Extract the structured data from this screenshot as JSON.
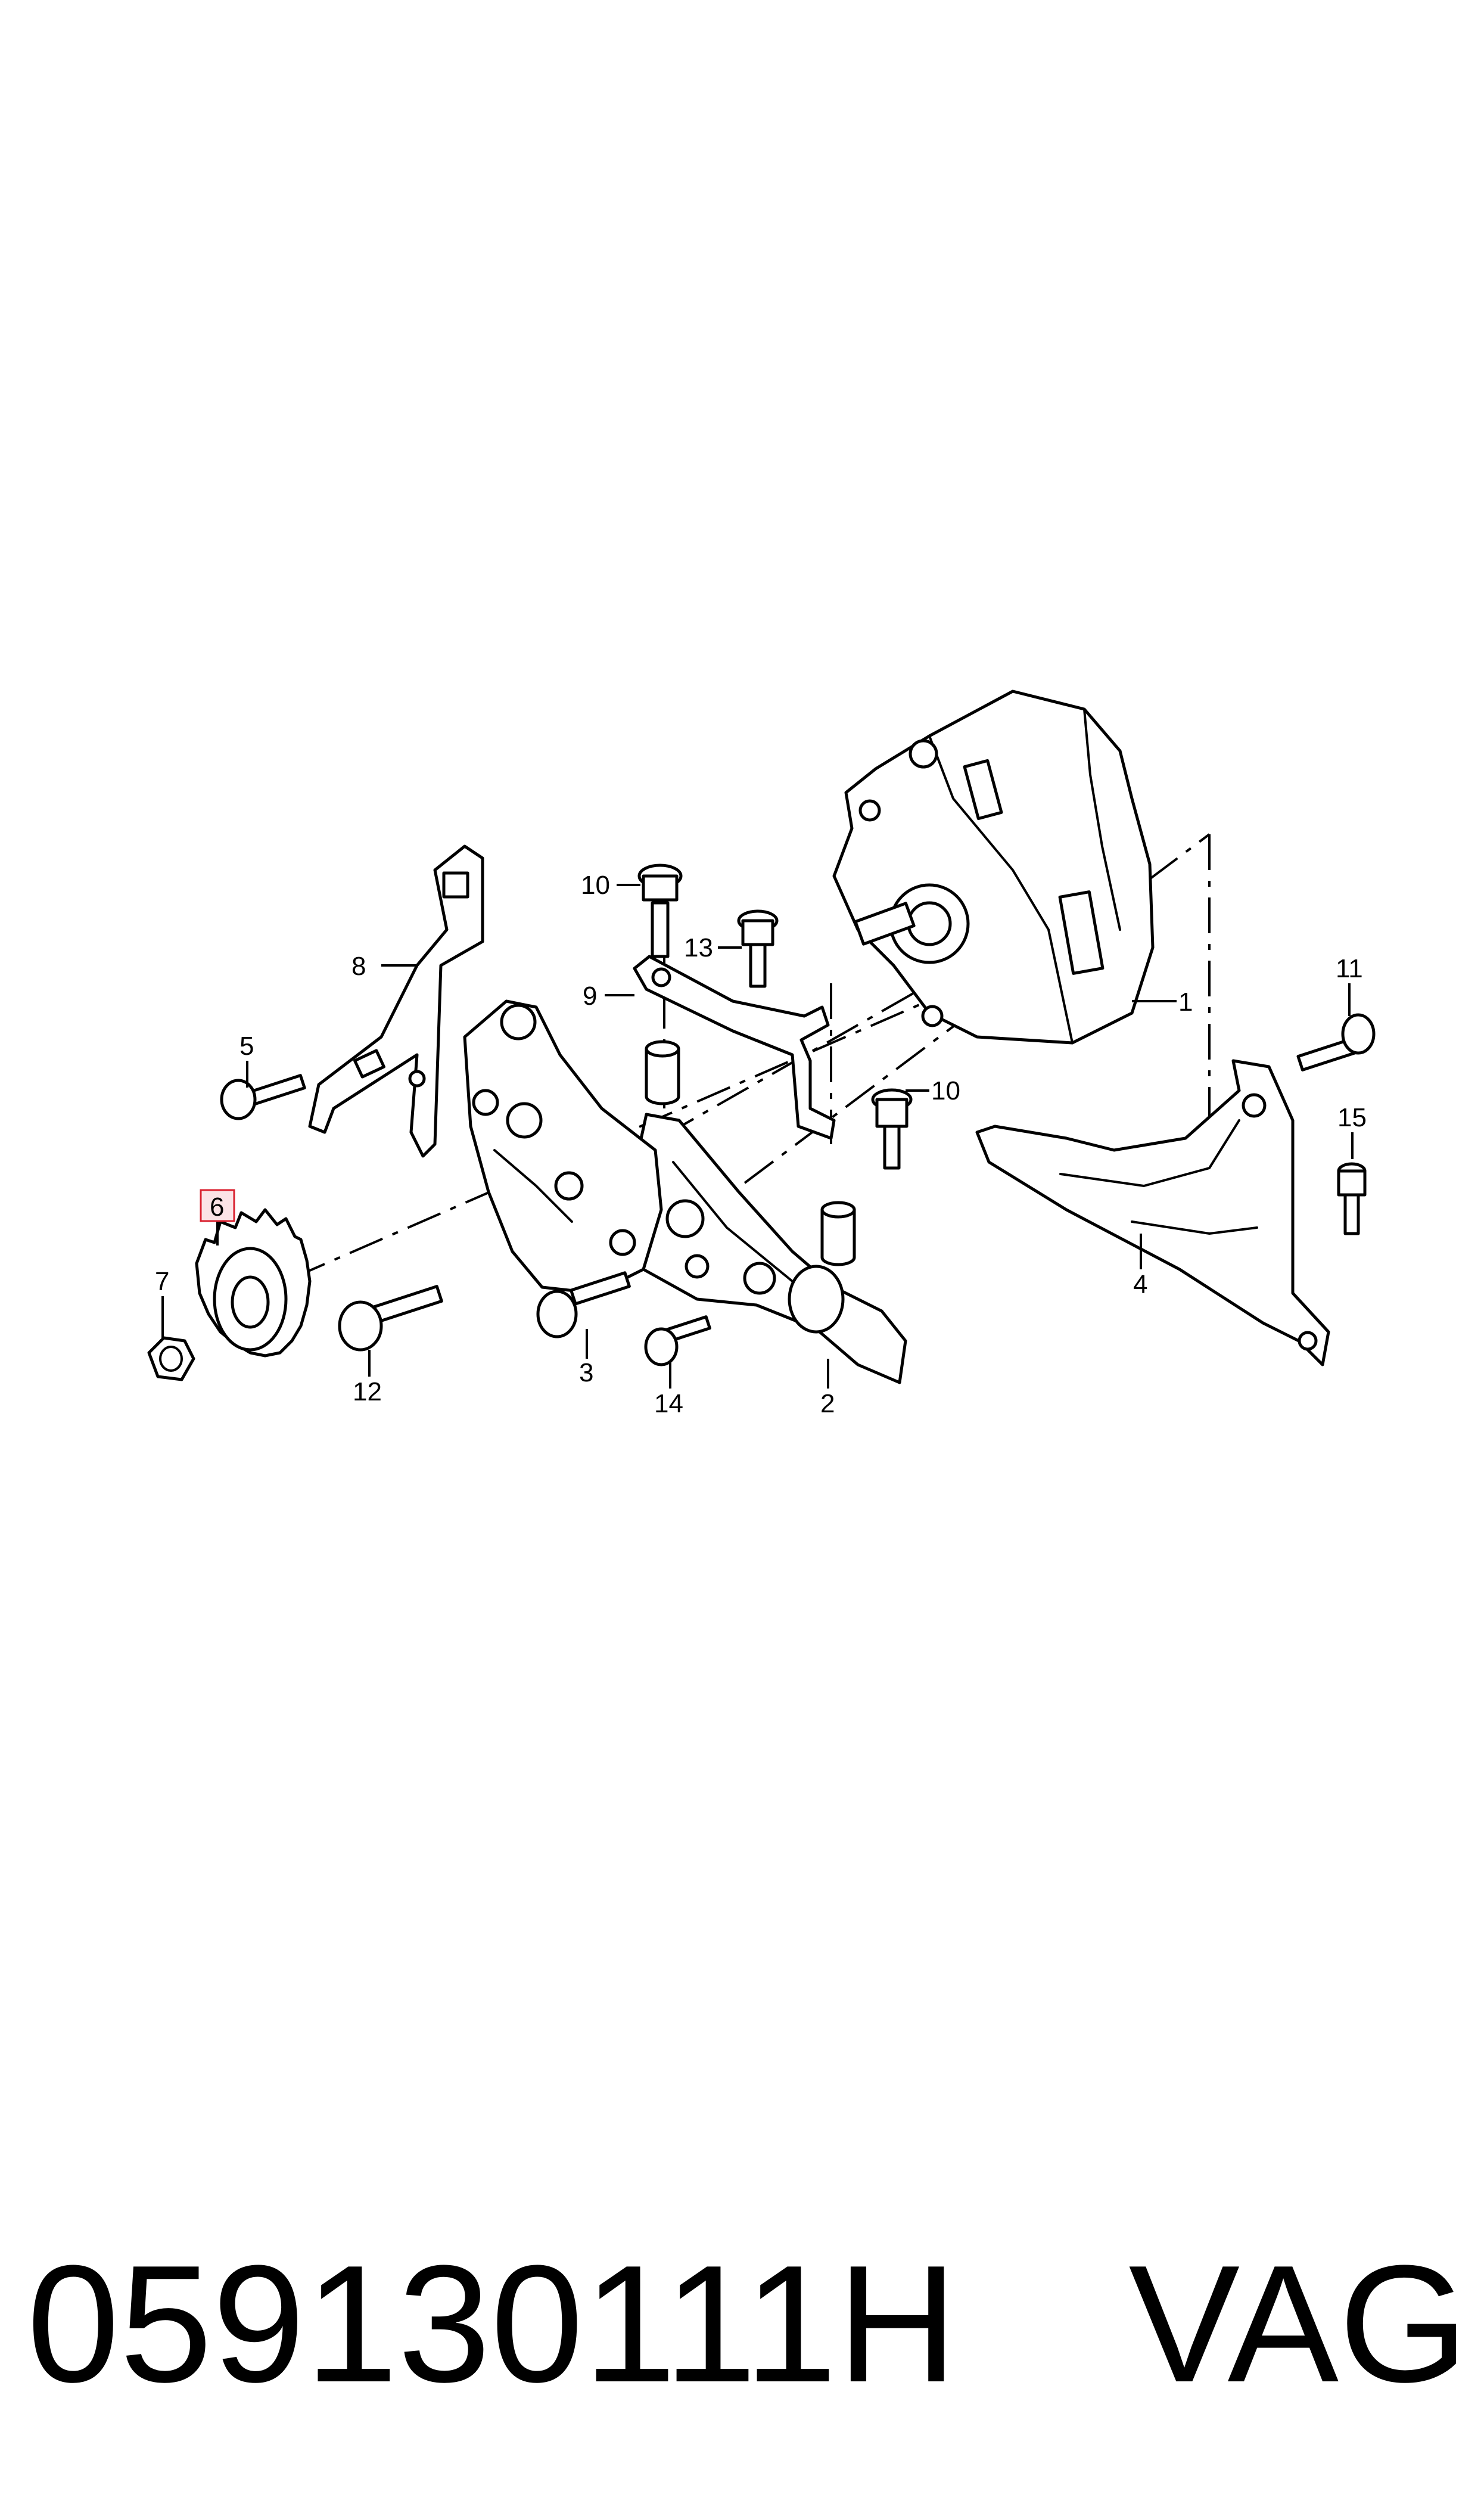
{
  "callouts": {
    "c1": "1",
    "c2": "2",
    "c3": "3",
    "c4": "4",
    "c5": "5",
    "c6": "6",
    "c7": "7",
    "c8": "8",
    "c9": "9",
    "c10a": "10",
    "c10b": "10",
    "c11": "11",
    "c12": "12",
    "c13": "13",
    "c14": "14",
    "c15": "15"
  },
  "highlighted_callout": "6",
  "highlight_color": "#d9202f",
  "footer": {
    "part_number": "059130111H",
    "brand": "VAG"
  }
}
